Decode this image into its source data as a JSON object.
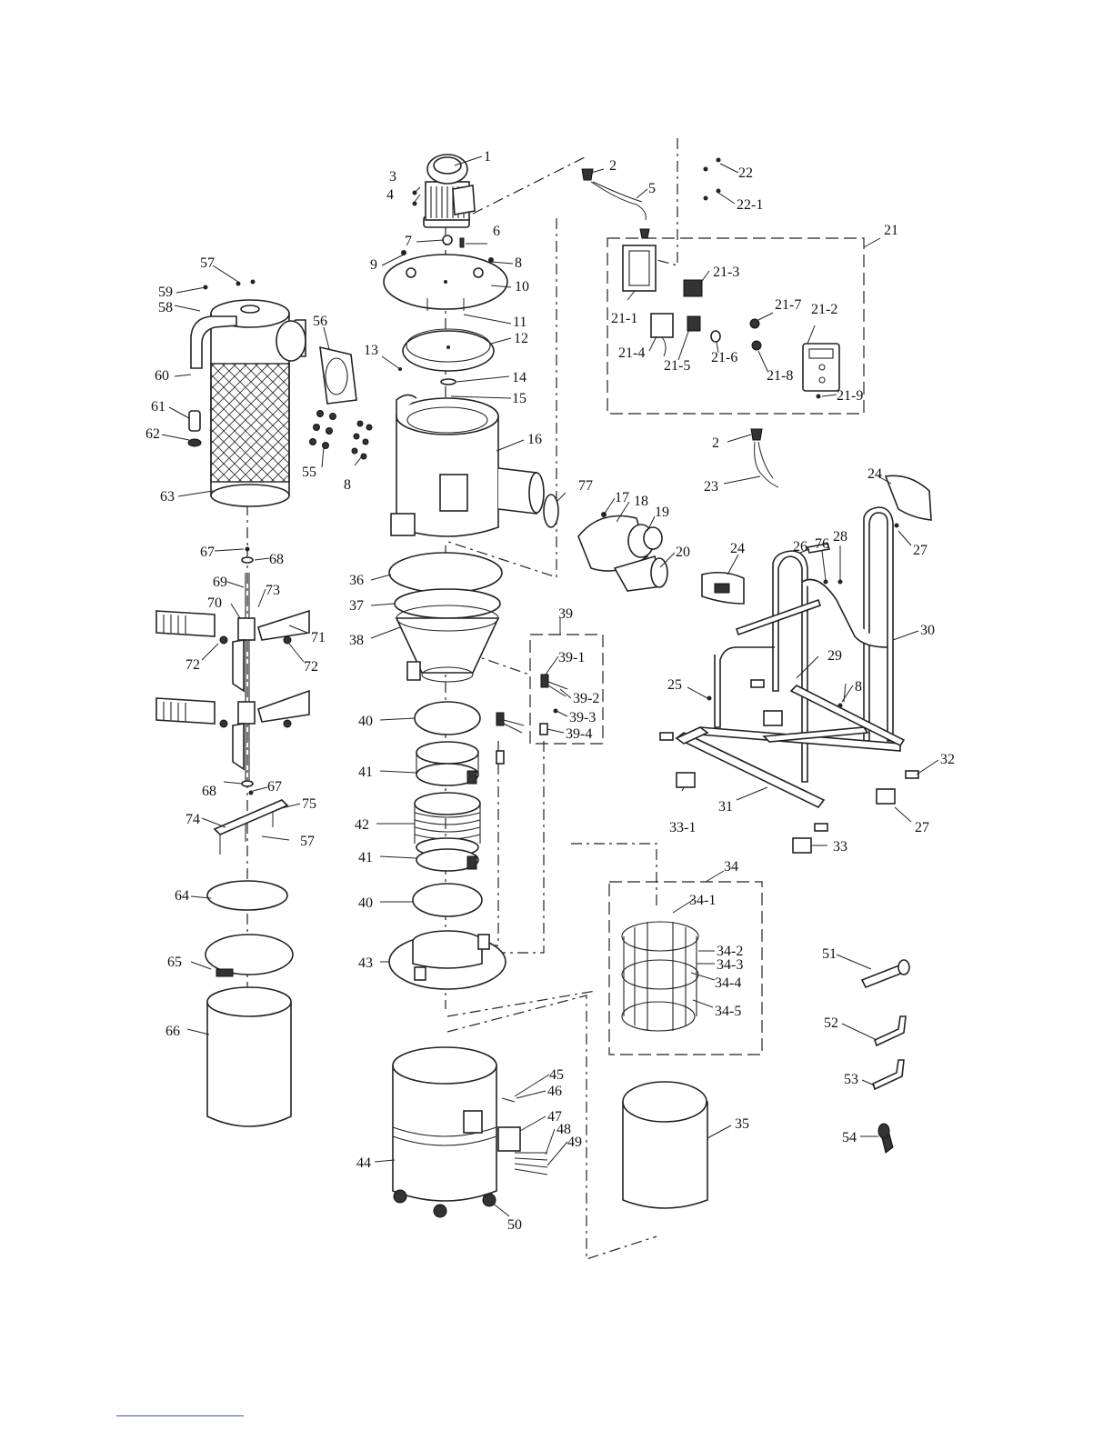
{
  "colors": {
    "ink": "#222222",
    "paper": "#ffffff",
    "footer_rule": "#3d5a9e"
  },
  "callouts": [
    "1",
    "2",
    "3",
    "4",
    "5",
    "6",
    "7",
    "8",
    "9",
    "10",
    "11",
    "12",
    "13",
    "14",
    "15",
    "16",
    "17",
    "18",
    "19",
    "20",
    "21",
    "21-1",
    "21-2",
    "21-3",
    "21-4",
    "21-5",
    "21-6",
    "21-7",
    "21-8",
    "21-9",
    "22",
    "22-1",
    "2",
    "23",
    "24",
    "24",
    "25",
    "26",
    "27",
    "27",
    "28",
    "29",
    "30",
    "31",
    "32",
    "33",
    "33-1",
    "34",
    "34-1",
    "34-2",
    "34-3",
    "34-4",
    "34-5",
    "35",
    "36",
    "37",
    "38",
    "39",
    "39-1",
    "39-2",
    "39-3",
    "39-4",
    "40",
    "40",
    "41",
    "41",
    "42",
    "43",
    "44",
    "45",
    "46",
    "47",
    "48",
    "49",
    "50",
    "51",
    "52",
    "53",
    "54",
    "55",
    "56",
    "57",
    "57",
    "58",
    "59",
    "60",
    "61",
    "62",
    "63",
    "64",
    "65",
    "66",
    "67",
    "67",
    "68",
    "68",
    "69",
    "70",
    "71",
    "72",
    "72",
    "73",
    "74",
    "75",
    "76",
    "77",
    "8",
    "8"
  ]
}
